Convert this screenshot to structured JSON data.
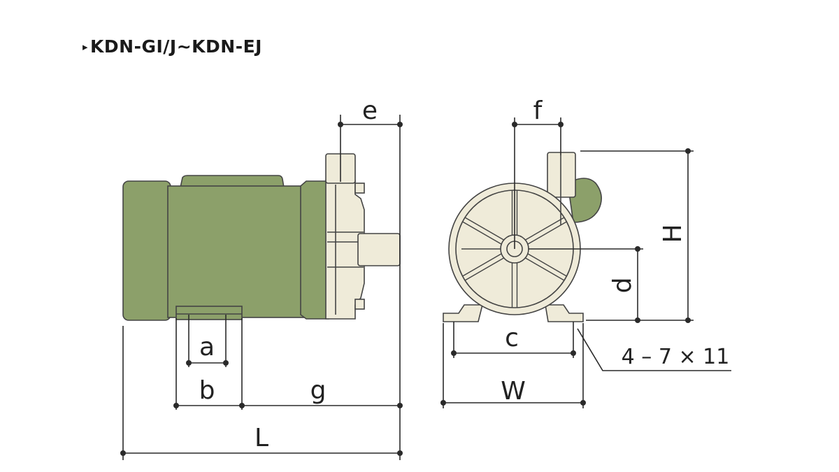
{
  "title": {
    "marker": "▸",
    "text": "KDN-GI/J~KDN-EJ"
  },
  "colors": {
    "motor_green": "#8ca06a",
    "pump_cream": "#efebd9",
    "dimension_line": "#2a2a2a",
    "outline": "#444444"
  },
  "side_view": {
    "labels": {
      "a": "a",
      "b": "b",
      "g": "g",
      "L": "L",
      "e": "e"
    }
  },
  "front_view": {
    "labels": {
      "f": "f",
      "c": "c",
      "W": "W",
      "H": "H",
      "d": "d"
    },
    "hole_spec": "4 – 7 × 11"
  }
}
